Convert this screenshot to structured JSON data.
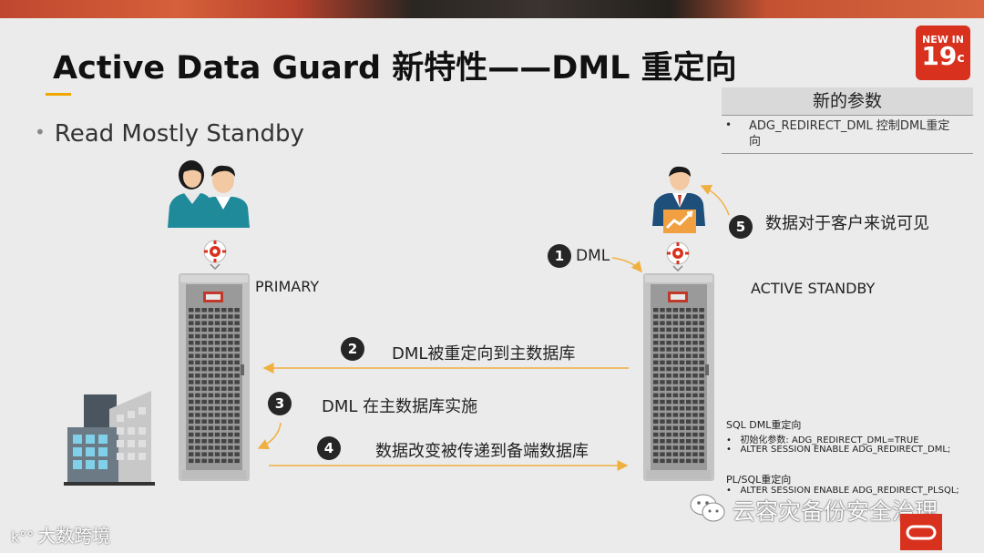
{
  "title": "Active Data Guard 新特性——DML 重定向",
  "badge": {
    "line1": "NEW IN",
    "line2": "19",
    "sup": "c"
  },
  "params": {
    "header": "新的参数",
    "bullet": "•",
    "item": "ADG_REDIRECT_DML 控制DML重定向"
  },
  "bullet_main": "Read Mostly Standby",
  "primary_label": "PRIMARY",
  "standby_label": "ACTIVE STANDBY",
  "steps": [
    {
      "num": "1",
      "text": "DML"
    },
    {
      "num": "2",
      "text": "DML被重定向到主数据库"
    },
    {
      "num": "3",
      "text": "DML 在主数据库实施"
    },
    {
      "num": "4",
      "text": "数据改变被传递到备端数据库"
    },
    {
      "num": "5",
      "text": "数据对于客户来说可见"
    }
  ],
  "sql_section": {
    "title": "SQL DML重定向",
    "items": [
      "初始化参数:   ADG_REDIRECT_DML=TRUE",
      "ALTER SESSION ENABLE ADG_REDIRECT_DML;"
    ]
  },
  "plsql_section": {
    "title": "PL/SQL重定向",
    "items": [
      "ALTER SESSION ENABLE ADG_REDIRECT_PLSQL;"
    ]
  },
  "watermark": "云容灾备份安全治理",
  "bottom_left_logo": "大数跨境",
  "colors": {
    "accent": "#f0a500",
    "badge": "#d8321f",
    "arrow": "#f0b040",
    "teal": "#1e8a9a"
  },
  "icons": [
    "users-icon",
    "gear-icon",
    "user-chart-icon",
    "building-icon",
    "wechat-icon",
    "oracle-logo-icon",
    "server-icon"
  ]
}
